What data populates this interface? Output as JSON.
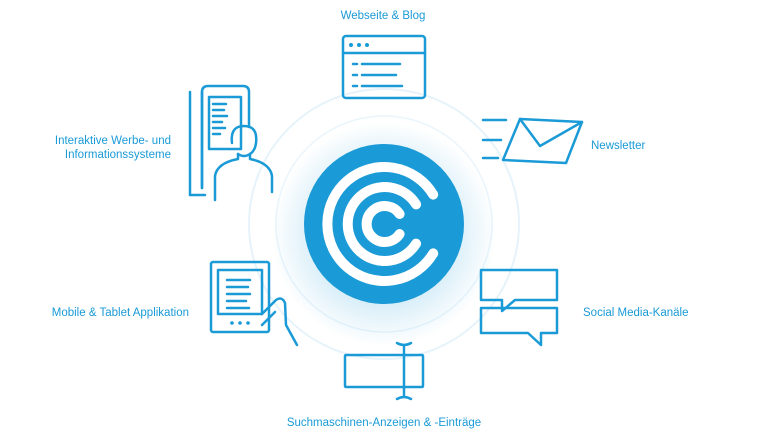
{
  "accent_color": "#1a9ad6",
  "center_logo": {
    "icon": "concentric-c-logo-icon"
  },
  "channels": [
    {
      "id": "website",
      "label_lines": [
        "Webseite & Blog"
      ],
      "icon": "browser-window-icon"
    },
    {
      "id": "newsletter",
      "label_lines": [
        "Newsletter"
      ],
      "icon": "envelope-icon"
    },
    {
      "id": "social",
      "label_lines": [
        "Social Media-Kanäle"
      ],
      "icon": "speech-bubbles-icon"
    },
    {
      "id": "search",
      "label_lines": [
        "Suchmaschinen-Anzeigen & -Einträge"
      ],
      "icon": "search-bar-icon"
    },
    {
      "id": "mobile",
      "label_lines": [
        "Mobile & Tablet Applikation"
      ],
      "icon": "tablet-hand-icon"
    },
    {
      "id": "kiosk",
      "label_lines": [
        "Interaktive Werbe- und",
        "Informationssysteme"
      ],
      "icon": "kiosk-person-icon"
    }
  ]
}
